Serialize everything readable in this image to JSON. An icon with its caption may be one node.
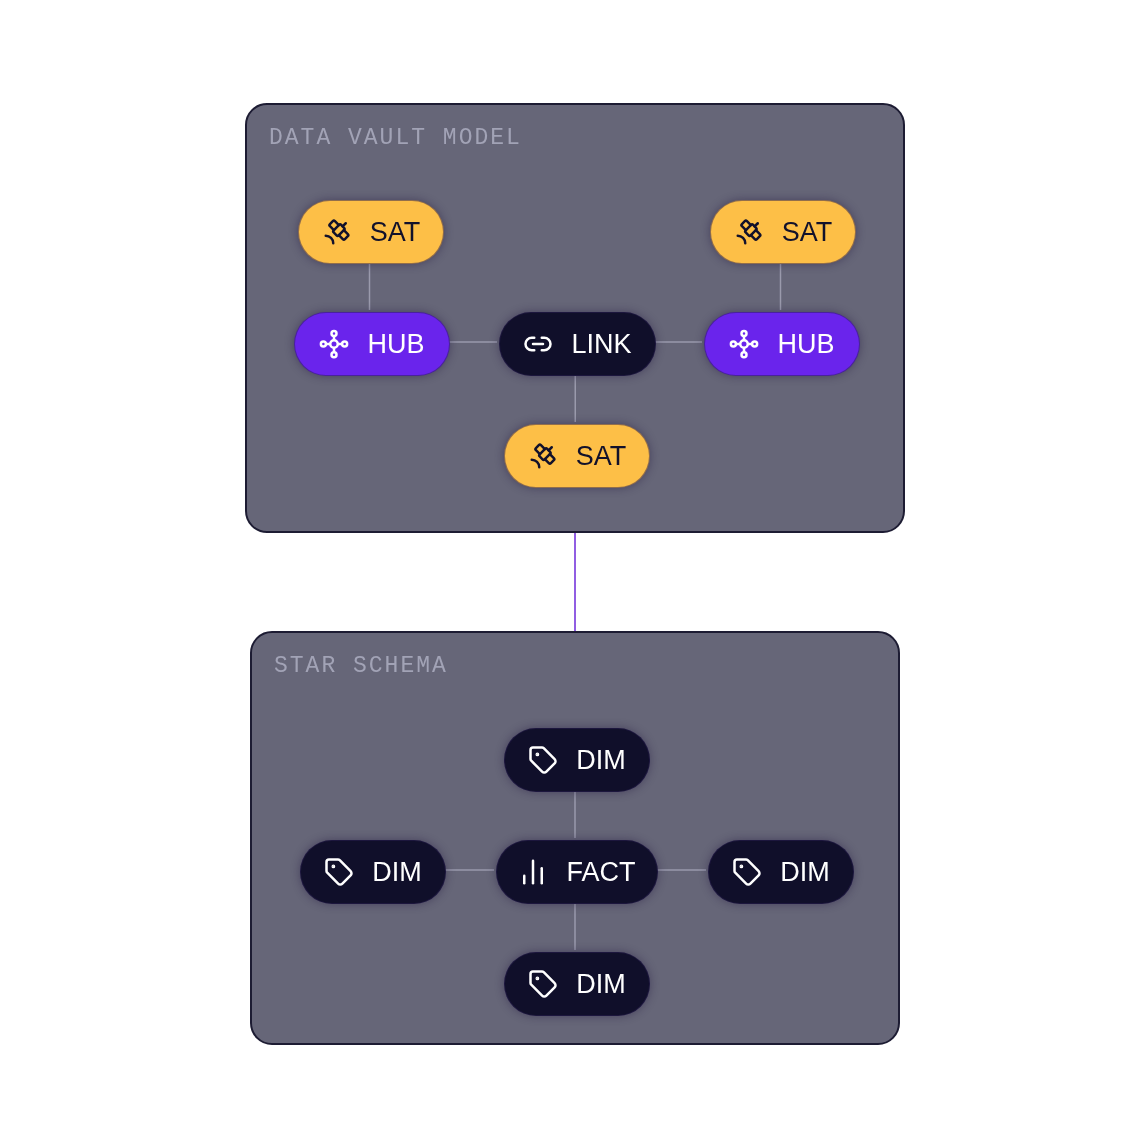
{
  "diagram": {
    "nodes": [
      {
        "text": [
          "DATA VAULT MODEL"
        ]
      },
      {
        "text": [
          "SAT"
        ],
        "in": 0
      },
      {
        "text": [
          "SAT"
        ],
        "in": 0
      },
      {
        "text": [
          "HUB"
        ],
        "in": 0
      },
      {
        "text": [
          "LINK"
        ],
        "in": 0
      },
      {
        "text": [
          "HUB"
        ],
        "in": 0
      },
      {
        "text": [
          "SAT"
        ],
        "in": 0
      },
      {
        "text": [
          "STAR SCHEMA"
        ]
      },
      {
        "text": [
          "DIM"
        ],
        "in": 7
      },
      {
        "text": [
          "DIM"
        ],
        "in": 7
      },
      {
        "text": [
          "FACT"
        ],
        "in": 7
      },
      {
        "text": [
          "DIM"
        ],
        "in": 7
      },
      {
        "text": [
          "DIM"
        ],
        "in": 7
      }
    ],
    "edges": [
      {
        "from": 1,
        "to": 3,
        "arrow": "none"
      },
      {
        "from": 2,
        "to": 5,
        "arrow": "none"
      },
      {
        "from": 3,
        "to": 4,
        "arrow": "none"
      },
      {
        "from": 4,
        "to": 5,
        "arrow": "none"
      },
      {
        "from": 4,
        "to": 6,
        "arrow": "none"
      },
      {
        "from": 0,
        "to": 7,
        "arrow": "none",
        "color": "#6d28d9"
      },
      {
        "from": 8,
        "to": 10,
        "arrow": "none"
      },
      {
        "from": 9,
        "to": 10,
        "arrow": "none"
      },
      {
        "from": 10,
        "to": 11,
        "arrow": "none"
      },
      {
        "from": 10,
        "to": 12,
        "arrow": "none"
      }
    ]
  }
}
